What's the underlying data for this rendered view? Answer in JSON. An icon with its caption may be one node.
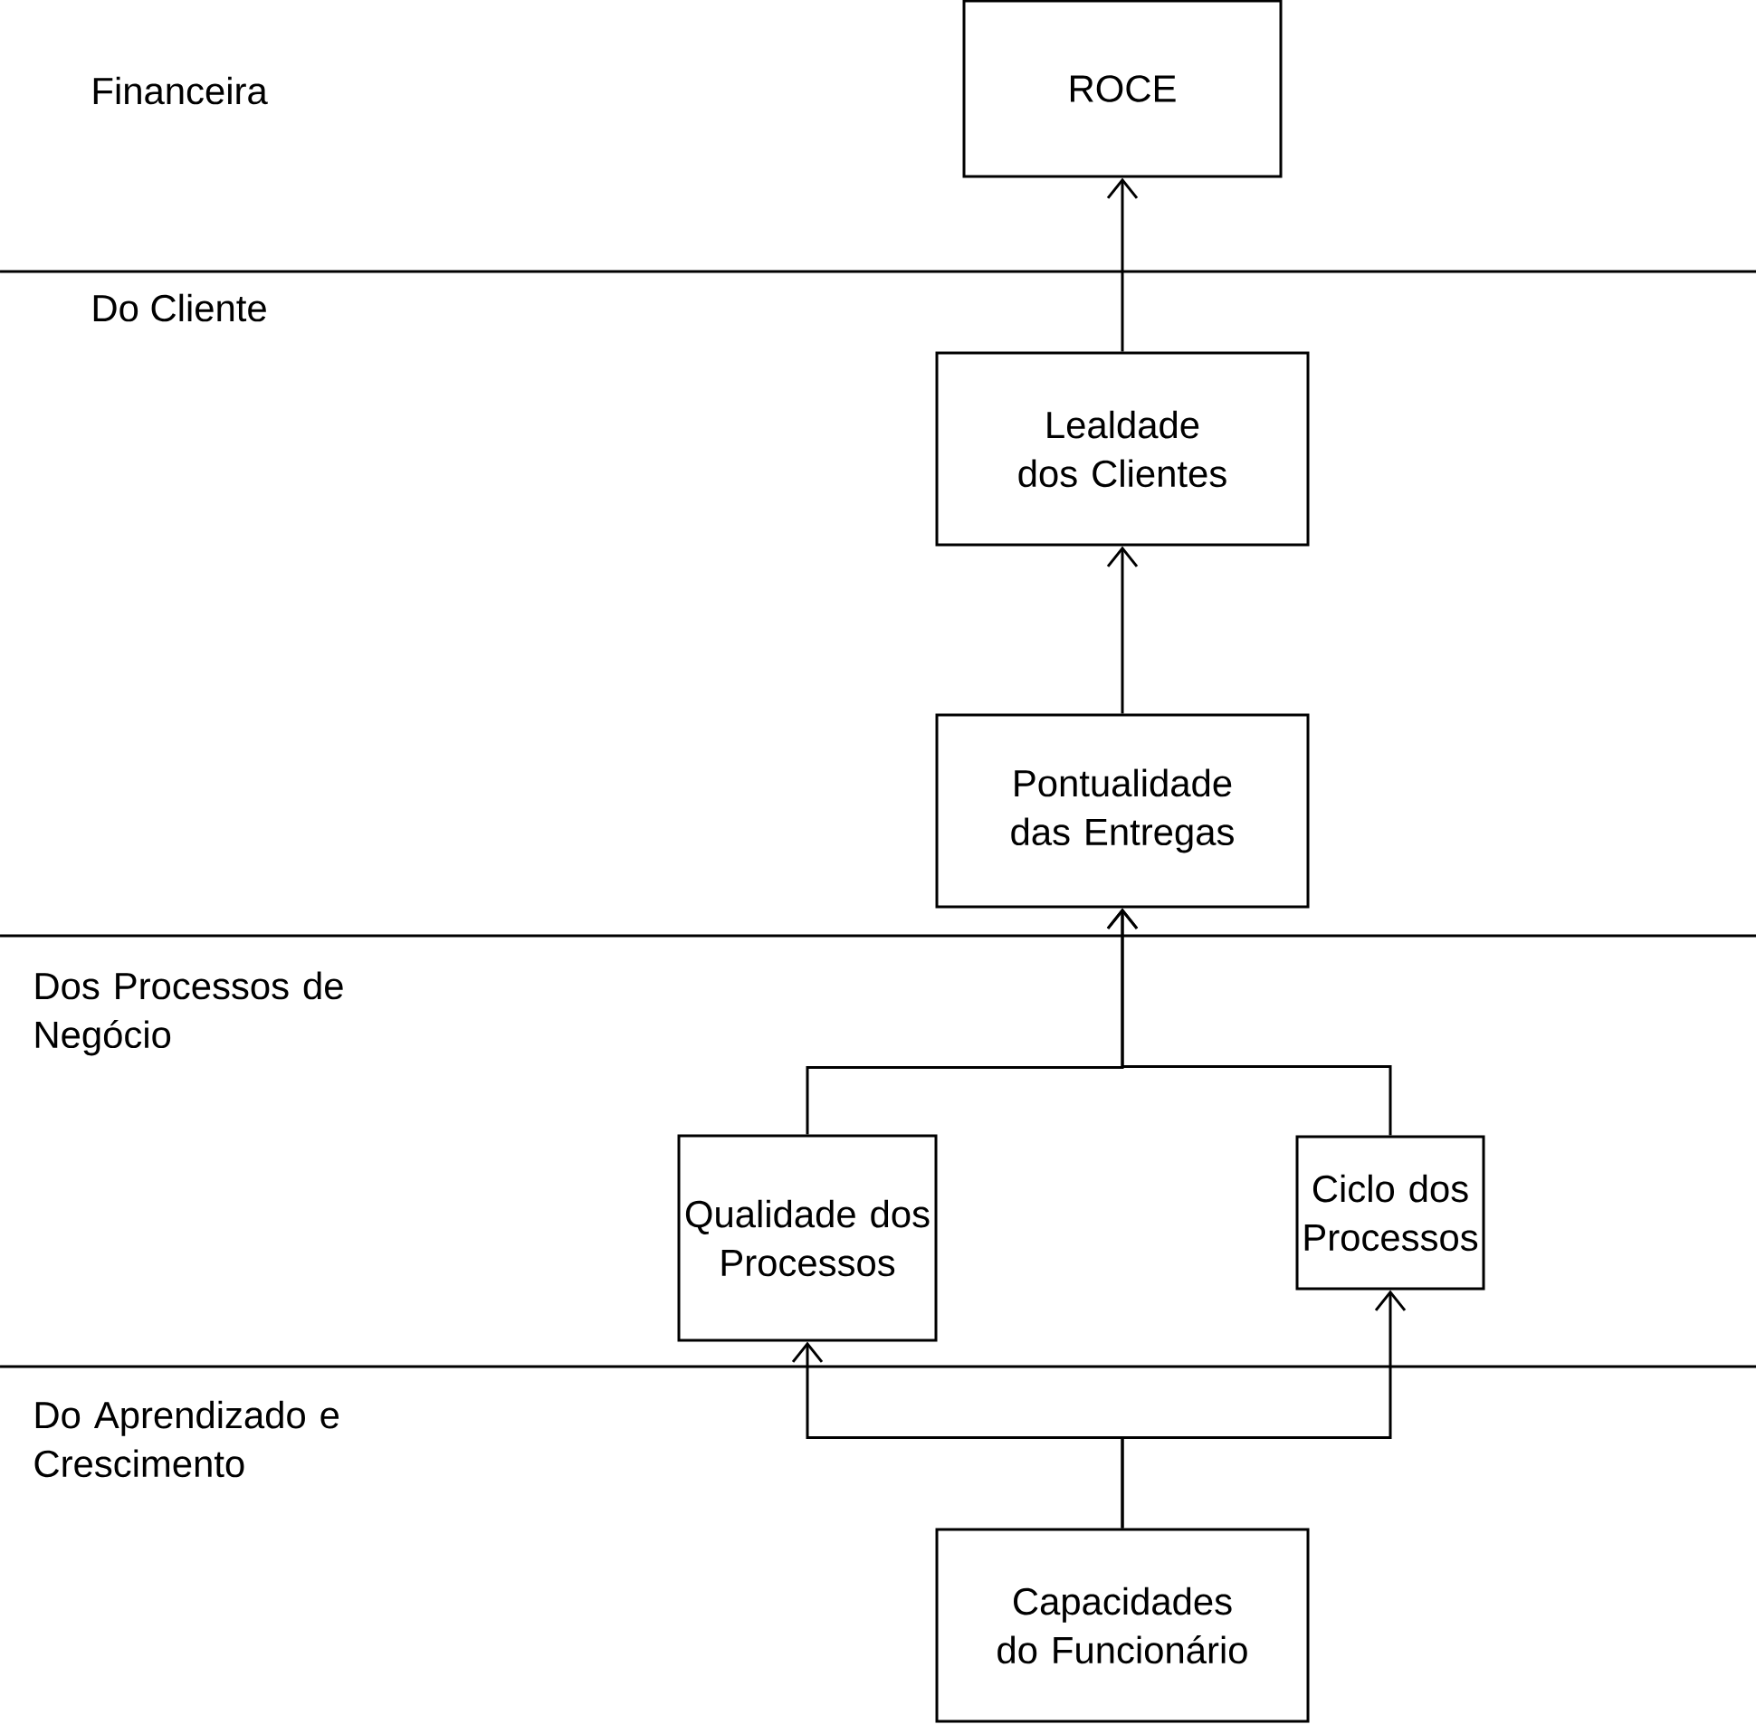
{
  "diagram": {
    "nodes": [
      {
        "text": [
          "ROCE"
        ]
      },
      {
        "text": [
          "Lealdade dos Clientes"
        ]
      },
      {
        "text": [
          "Pontualidade das Entregas"
        ]
      },
      {
        "text": [
          "Qualidade dos Processos"
        ]
      },
      {
        "text": [
          "Ciclo dos Processos"
        ]
      },
      {
        "text": [
          "Capacidades do Funcionário"
        ]
      }
    ],
    "edges": [
      {
        "from": 1,
        "to": 0,
        "arrow": "to"
      },
      {
        "from": 2,
        "to": 1,
        "arrow": "to"
      },
      {
        "from": 3,
        "to": 2,
        "arrow": "to"
      },
      {
        "from": 4,
        "to": 2,
        "arrow": "to"
      },
      {
        "from": 5,
        "to": 3,
        "arrow": "to"
      },
      {
        "from": 5,
        "to": 4,
        "arrow": "to"
      }
    ],
    "labels": [
      "Financeira",
      "Do Cliente",
      "Dos Processos de Negócio",
      "Do Aprendizado e Crescimento"
    ]
  }
}
